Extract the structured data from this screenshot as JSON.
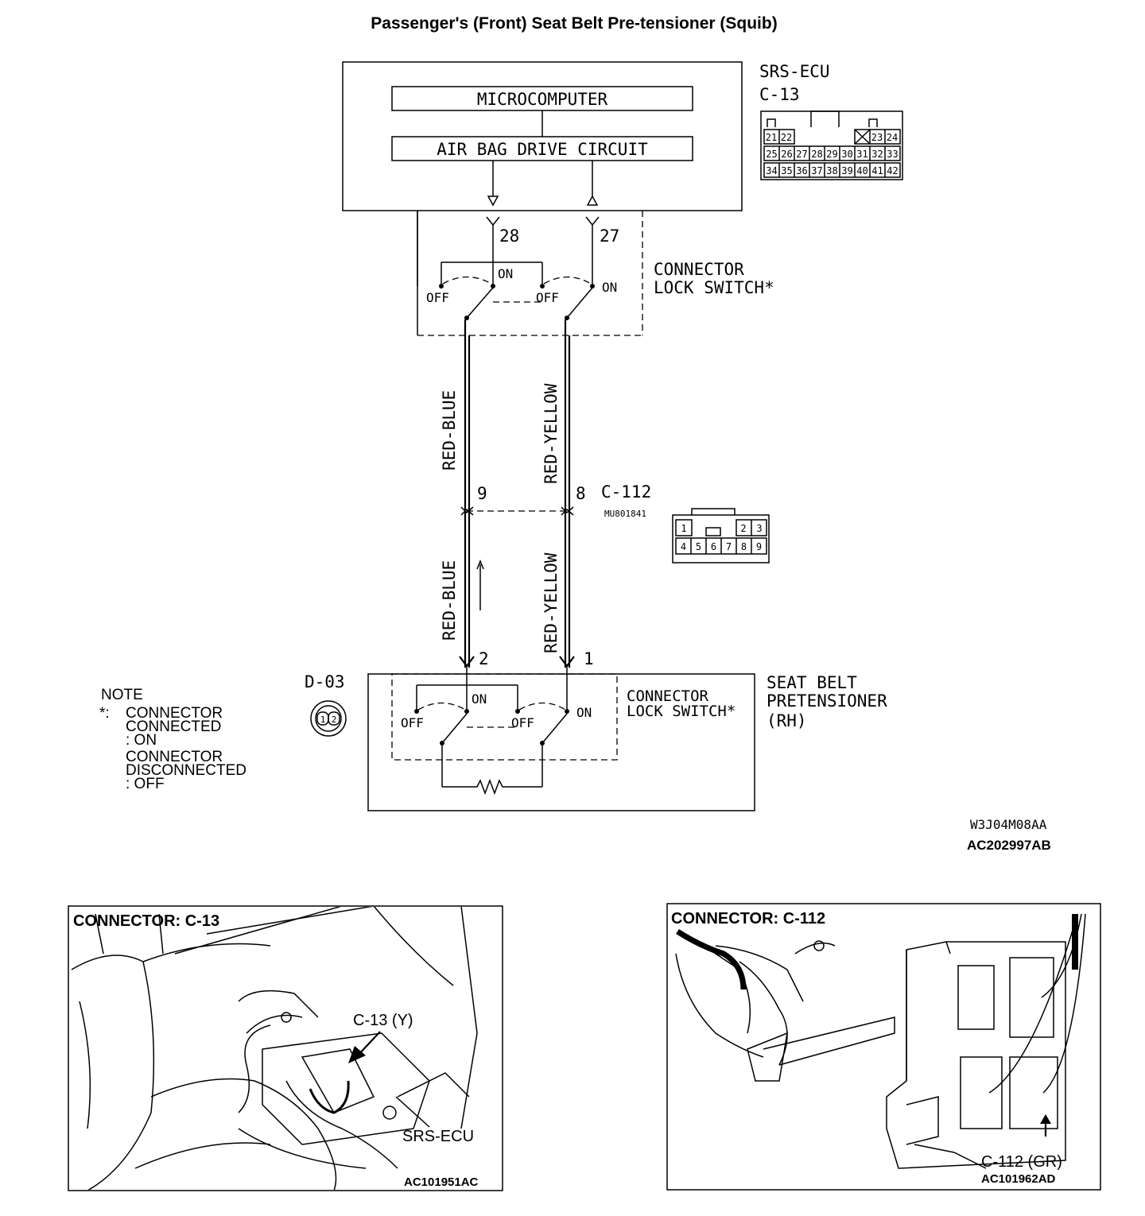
{
  "title": "Passenger's (Front) Seat Belt Pre-tensioner (Squib)",
  "ecu": {
    "name": "SRS-ECU",
    "connector": "C-13",
    "microcomputer": "MICROCOMPUTER",
    "drive_circuit": "AIR BAG DRIVE CIRCUIT",
    "pins_top": [
      "21",
      "22",
      "23",
      "24"
    ],
    "pins_mid": [
      "25",
      "26",
      "27",
      "28",
      "29",
      "30",
      "31",
      "32",
      "33"
    ],
    "pins_bot": [
      "34",
      "35",
      "36",
      "37",
      "38",
      "39",
      "40",
      "41",
      "42"
    ]
  },
  "switch": {
    "label_line1": "CONNECTOR",
    "label_line2": "LOCK SWITCH*",
    "on": "ON",
    "off": "OFF"
  },
  "terminals": {
    "t28": "28",
    "t27": "27",
    "t9": "9",
    "t8": "8",
    "t2": "2",
    "t1": "1"
  },
  "wires": {
    "left": "RED-BLUE",
    "right": "RED-YELLOW"
  },
  "c112": {
    "name": "C-112",
    "part": "MU801841",
    "pins_top": [
      "1",
      "2",
      "3"
    ],
    "pins_bot": [
      "4",
      "5",
      "6",
      "7",
      "8",
      "9"
    ]
  },
  "d03": {
    "name": "D-03",
    "pins": [
      "1",
      "2"
    ]
  },
  "pretensioner": {
    "line1": "SEAT BELT",
    "line2": "PRETENSIONER",
    "line3": "(RH)"
  },
  "note": {
    "heading": "NOTE",
    "mark": "*:",
    "l1": "CONNECTOR",
    "l2": "CONNECTED",
    "l3": ": ON",
    "l4": "CONNECTOR",
    "l5": "DISCONNECTED",
    "l6": ": OFF"
  },
  "codes": {
    "code1": "W3J04M08AA",
    "code2": "AC202997AB"
  },
  "photo_left": {
    "title": "CONNECTOR: C-13",
    "callout1": "C-13 (Y)",
    "callout2": "SRS-ECU",
    "code": "AC101951AC"
  },
  "photo_right": {
    "title": "CONNECTOR: C-112",
    "callout": "C-112 (GR)",
    "code": "AC101962AD"
  }
}
